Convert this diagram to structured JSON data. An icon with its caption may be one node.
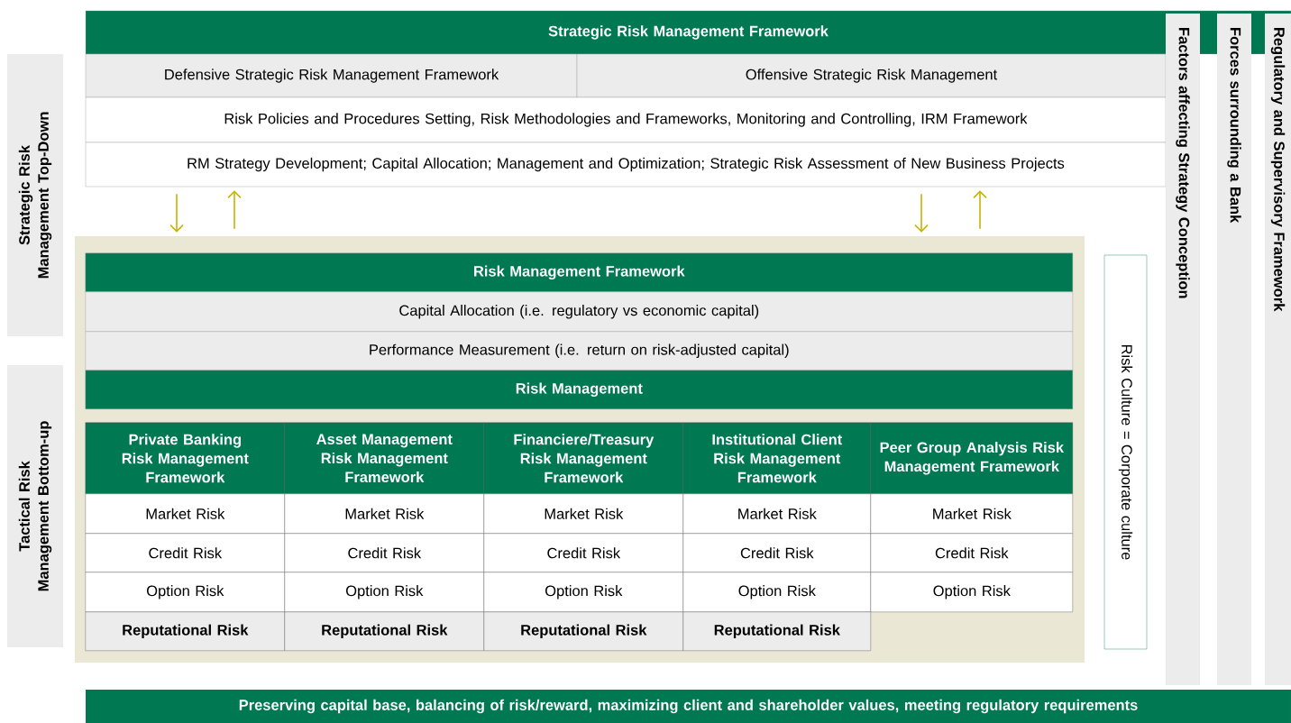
{
  "diagram": {
    "nodes": [
      {
        "text": [
          "Strategic Risk Management Top-Down"
        ]
      },
      {
        "text": [
          "Strategic Risk Management Framework"
        ]
      },
      {
        "text": [
          "Defensive Strategic Risk Management Framework"
        ]
      },
      {
        "text": [
          "Offensive Strategic Risk Management"
        ]
      },
      {
        "text": [
          "Risk Policies and Procedures Setting, Risk Methodologies and Frameworks, Monitoring and Controlling, IRM Framework"
        ]
      },
      {
        "text": [
          "RM Strategy Development; Capital Allocation; Management and Optimization; Strategic Risk Assessment of New Business Projects"
        ]
      },
      {
        "text": [
          "Tactical Risk Management Bottom-up"
        ]
      },
      {
        "text": [],
        "shape": "box"
      },
      {
        "text": [
          "Risk Management Framework"
        ],
        "in": 7
      },
      {
        "text": [
          "Capital Allocation (i.e. regulatory vs economic capital)"
        ],
        "in": 7
      },
      {
        "text": [
          "Performance Measurement (i.e. return on risk-adjusted capital)"
        ],
        "in": 7
      },
      {
        "text": [
          "Risk Management"
        ],
        "in": 7
      },
      {
        "text": [
          "Private Banking Risk Management Framework"
        ],
        "in": 7
      },
      {
        "text": [
          "Asset Management Risk Management Framework"
        ],
        "in": 7
      },
      {
        "text": [
          "Financiere/Treasury Risk Management Framework"
        ],
        "in": 7
      },
      {
        "text": [
          "Institutional Client Risk Management Framework"
        ],
        "in": 7
      },
      {
        "text": [
          "Peer Group Analysis Risk Management Framework"
        ],
        "in": 7
      },
      {
        "text": [
          "Market Risk"
        ],
        "in": 7
      },
      {
        "text": [
          "Market Risk"
        ],
        "in": 7
      },
      {
        "text": [
          "Market Risk"
        ],
        "in": 7
      },
      {
        "text": [
          "Market Risk"
        ],
        "in": 7
      },
      {
        "text": [
          "Market Risk"
        ],
        "in": 7
      },
      {
        "text": [
          "Credit Risk"
        ],
        "in": 7
      },
      {
        "text": [
          "Credit Risk"
        ],
        "in": 7
      },
      {
        "text": [
          "Credit Risk"
        ],
        "in": 7
      },
      {
        "text": [
          "Credit Risk"
        ],
        "in": 7
      },
      {
        "text": [
          "Credit Risk"
        ],
        "in": 7
      },
      {
        "text": [
          "Option Risk"
        ],
        "in": 7
      },
      {
        "text": [
          "Option Risk"
        ],
        "in": 7
      },
      {
        "text": [
          "Option Risk"
        ],
        "in": 7
      },
      {
        "text": [
          "Option Risk"
        ],
        "in": 7
      },
      {
        "text": [
          "Option Risk"
        ],
        "in": 7
      },
      {
        "text": [
          "Reputational Risk"
        ],
        "in": 7
      },
      {
        "text": [
          "Reputational Risk"
        ],
        "in": 7
      },
      {
        "text": [
          "Reputational Risk"
        ],
        "in": 7
      },
      {
        "text": [
          "Reputational Risk"
        ],
        "in": 7
      },
      {
        "text": [
          "Risk Culture = Corporate culture"
        ]
      },
      {
        "text": [
          "Factors affecting Strategy Conception"
        ]
      },
      {
        "text": [
          "Forces surrounding a Bank"
        ]
      },
      {
        "text": [
          "Regulatory and Supervisory Framework"
        ]
      },
      {
        "text": [
          "Preserving capital base, balancing of risk/reward, maximizing client and shareholder values, meeting regulatory requirements"
        ]
      }
    ],
    "edges": [
      {
        "from": 5,
        "to": 7,
        "arrow": "to"
      },
      {
        "from": 7,
        "to": 5,
        "arrow": "to"
      },
      {
        "from": 5,
        "to": 7,
        "arrow": "to"
      },
      {
        "from": 7,
        "to": 5,
        "arrow": "to"
      }
    ]
  }
}
